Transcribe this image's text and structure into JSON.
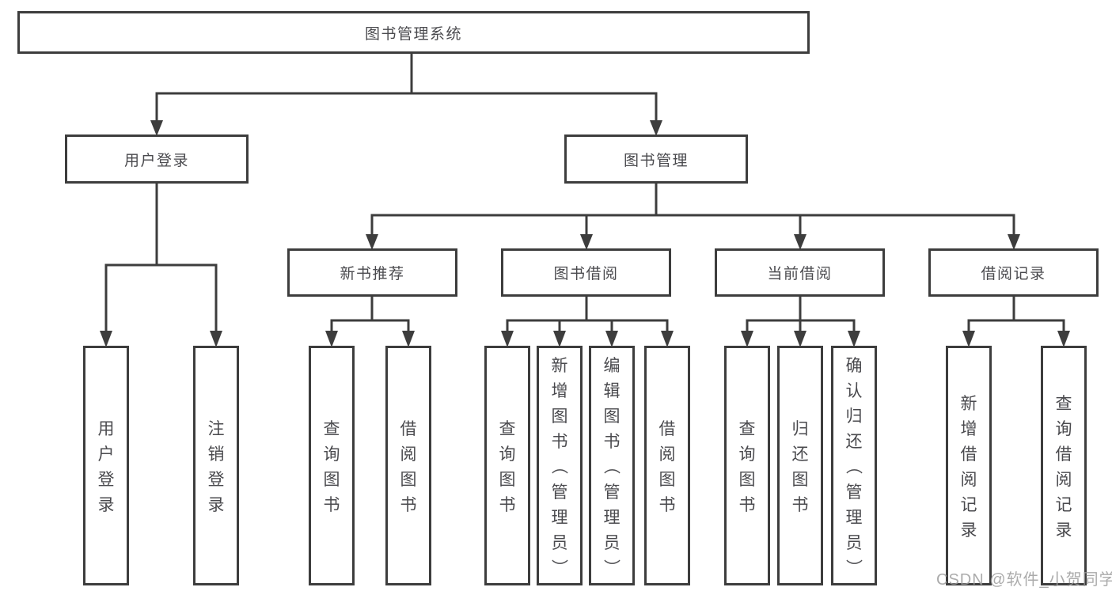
{
  "diagram": {
    "root": {
      "label": "图书管理系统"
    },
    "branches": [
      {
        "label": "用户登录",
        "children": [
          {
            "label": "用户登录"
          },
          {
            "label": "注销登录"
          }
        ]
      },
      {
        "label": "图书管理",
        "sections": [
          {
            "label": "新书推荐",
            "children": [
              {
                "label": "查询图书"
              },
              {
                "label": "借阅图书"
              }
            ]
          },
          {
            "label": "图书借阅",
            "children": [
              {
                "label": "查询图书"
              },
              {
                "label": "新增图书（管理员）"
              },
              {
                "label": "编辑图书（管理员）"
              },
              {
                "label": "借阅图书"
              }
            ]
          },
          {
            "label": "当前借阅",
            "children": [
              {
                "label": "查询图书"
              },
              {
                "label": "归还图书"
              },
              {
                "label": "确认归还（管理员）"
              }
            ]
          },
          {
            "label": "借阅记录",
            "children": [
              {
                "label": "新增借阅记录"
              },
              {
                "label": "查询借阅记录"
              }
            ]
          }
        ]
      }
    ],
    "watermark": "CSDN @软件_小贺同学",
    "colors": {
      "line": "#3d3d3d",
      "text": "#4a4a4e",
      "watermark": "#9d9d9d",
      "background": "#ffffff"
    }
  }
}
